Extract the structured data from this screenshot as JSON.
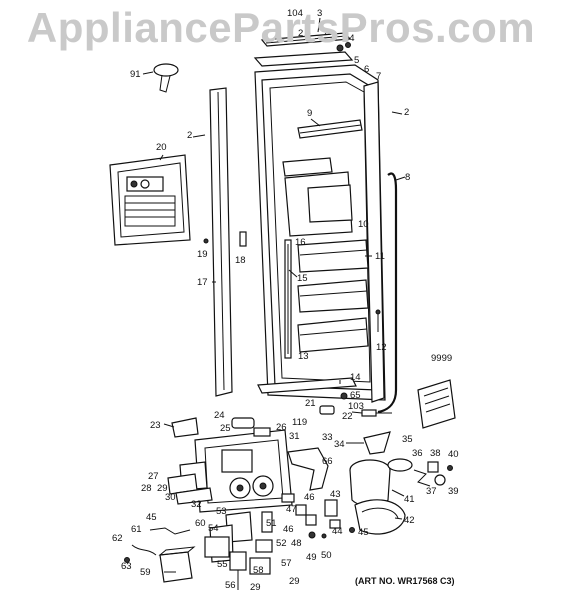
{
  "watermark": "AppliancePartsPros.com",
  "art_number": "(ART NO. WR17568 C3)",
  "callouts": [
    {
      "id": "c104",
      "text": "104"
    },
    {
      "id": "c3",
      "text": "3"
    },
    {
      "id": "c2a",
      "text": "2"
    },
    {
      "id": "c2b",
      "text": "2"
    },
    {
      "id": "c54a",
      "text": "54"
    },
    {
      "id": "c5",
      "text": "5"
    },
    {
      "id": "c6",
      "text": "6"
    },
    {
      "id": "c7",
      "text": "7"
    },
    {
      "id": "c91",
      "text": "91"
    },
    {
      "id": "c2c",
      "text": "2"
    },
    {
      "id": "c2d",
      "text": "2"
    },
    {
      "id": "c9",
      "text": "9"
    },
    {
      "id": "c20",
      "text": "20"
    },
    {
      "id": "c8",
      "text": "8"
    },
    {
      "id": "c10",
      "text": "10"
    },
    {
      "id": "c16",
      "text": "16"
    },
    {
      "id": "c11",
      "text": "11"
    },
    {
      "id": "c19",
      "text": "19"
    },
    {
      "id": "c18",
      "text": "18"
    },
    {
      "id": "c17",
      "text": "17"
    },
    {
      "id": "c15",
      "text": "15"
    },
    {
      "id": "c12",
      "text": "12"
    },
    {
      "id": "c13",
      "text": "13"
    },
    {
      "id": "c9999",
      "text": "9999"
    },
    {
      "id": "c14",
      "text": "14"
    },
    {
      "id": "c65",
      "text": "65"
    },
    {
      "id": "c21",
      "text": "21"
    },
    {
      "id": "c103",
      "text": "103"
    },
    {
      "id": "c22",
      "text": "22"
    },
    {
      "id": "c119",
      "text": "119"
    },
    {
      "id": "c23",
      "text": "23"
    },
    {
      "id": "c24",
      "text": "24"
    },
    {
      "id": "c25",
      "text": "25"
    },
    {
      "id": "c26",
      "text": "26"
    },
    {
      "id": "c33",
      "text": "33"
    },
    {
      "id": "c31",
      "text": "31"
    },
    {
      "id": "c34",
      "text": "34"
    },
    {
      "id": "c35",
      "text": "35"
    },
    {
      "id": "c36",
      "text": "36"
    },
    {
      "id": "c38",
      "text": "38"
    },
    {
      "id": "c40",
      "text": "40"
    },
    {
      "id": "c66",
      "text": "66"
    },
    {
      "id": "c27",
      "text": "27"
    },
    {
      "id": "c28",
      "text": "28"
    },
    {
      "id": "c29a",
      "text": "29"
    },
    {
      "id": "c30",
      "text": "30"
    },
    {
      "id": "c32",
      "text": "32"
    },
    {
      "id": "c43",
      "text": "43"
    },
    {
      "id": "c41",
      "text": "41"
    },
    {
      "id": "c37",
      "text": "37"
    },
    {
      "id": "c39",
      "text": "39"
    },
    {
      "id": "c46a",
      "text": "46"
    },
    {
      "id": "c47",
      "text": "47"
    },
    {
      "id": "c45a",
      "text": "45"
    },
    {
      "id": "c53",
      "text": "53"
    },
    {
      "id": "c44",
      "text": "44"
    },
    {
      "id": "c45b",
      "text": "45"
    },
    {
      "id": "c42",
      "text": "42"
    },
    {
      "id": "c60",
      "text": "60"
    },
    {
      "id": "c61",
      "text": "61"
    },
    {
      "id": "c54b",
      "text": "54"
    },
    {
      "id": "c51",
      "text": "51"
    },
    {
      "id": "c46b",
      "text": "46"
    },
    {
      "id": "c48",
      "text": "48"
    },
    {
      "id": "c62",
      "text": "62"
    },
    {
      "id": "c52",
      "text": "52"
    },
    {
      "id": "c49",
      "text": "49"
    },
    {
      "id": "c50",
      "text": "50"
    },
    {
      "id": "c63",
      "text": "63"
    },
    {
      "id": "c55",
      "text": "55"
    },
    {
      "id": "c58",
      "text": "58"
    },
    {
      "id": "c57",
      "text": "57"
    },
    {
      "id": "c59",
      "text": "59"
    },
    {
      "id": "c56",
      "text": "56"
    },
    {
      "id": "c29b",
      "text": "29"
    },
    {
      "id": "c29c",
      "text": "29"
    }
  ]
}
